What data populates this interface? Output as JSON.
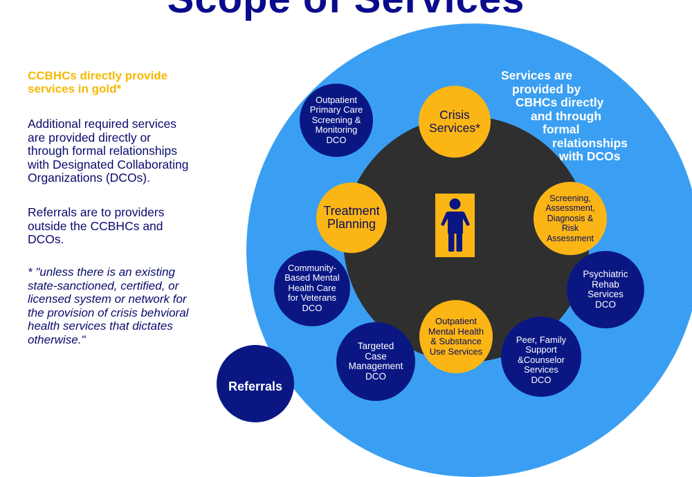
{
  "title": "Scope of Services",
  "left": {
    "gold_note": [
      "CCBHCs directly provide",
      "services in gold*"
    ],
    "paragraph1": [
      "Additional required services",
      "are provided directly or",
      "through formal relationships",
      "with Designated Collaborating",
      "Organizations (DCOs)."
    ],
    "paragraph2": [
      "Referrals are to providers",
      "outside the CCBHCs and",
      "DCOs."
    ],
    "footnote": [
      "* \"unless there is an existing",
      "state-sanctioned, certified, or",
      "licensed system or network for",
      "the provision of crisis behvioral",
      "health services that dictates",
      "otherwise.\""
    ]
  },
  "outer_label": [
    "Services are",
    "provided by",
    "CBHCs directly",
    "and through",
    "formal",
    "relationships",
    "with DCOs"
  ],
  "gold_services": {
    "crisis": [
      "Crisis",
      "Services*"
    ],
    "treatment": [
      "Treatment",
      "Planning"
    ],
    "screening": [
      "Screening,",
      "Assessment,",
      "Diagnosis &",
      "Risk",
      "Assessment"
    ],
    "outpatient_mh": [
      "Outpatient",
      "Mental Health",
      "& Substance",
      "Use Services"
    ]
  },
  "dco_services": {
    "primary_care": [
      "Outpatient",
      "Primary Care",
      "Screening &",
      "Monitoring",
      "DCO"
    ],
    "veterans": [
      "Community-",
      "Based Mental",
      "Health Care",
      "for Veterans",
      "DCO"
    ],
    "psych_rehab": [
      "Psychiatric",
      "Rehab",
      "Services",
      "DCO"
    ],
    "targeted_case": [
      "Targeted",
      "Case",
      "Management",
      "DCO"
    ],
    "peer_family": [
      "Peer, Family",
      "Support",
      "&Counselor",
      "Services",
      "DCO"
    ]
  },
  "referrals": "Referrals",
  "colors": {
    "gold": "#fbb616",
    "navy": "#0a1783",
    "outer_blue": "#3a9ff2",
    "inner_dark": "#2f2f2f",
    "title_blue": "#0a0a8c"
  },
  "icons": {
    "center": "person-icon"
  }
}
